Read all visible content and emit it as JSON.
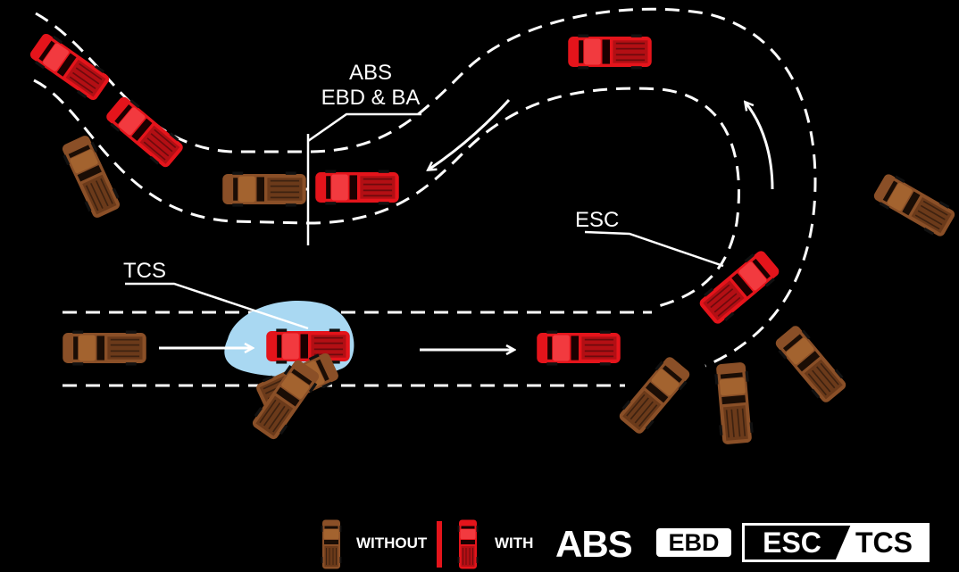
{
  "labels": {
    "abs_line1": "ABS",
    "abs_line2": "EBD & BA",
    "tcs": "TCS",
    "esc": "ESC"
  },
  "legend": {
    "without": "WITHOUT",
    "with": "WITH",
    "abs": "ABS",
    "ebd": "EBD",
    "esc": "ESC",
    "tcs": "TCS"
  },
  "colors": {
    "with_car": "#e4141b",
    "without_car": "#8a4f27",
    "track_line": "#ffffff",
    "traction_glow": "#a9d8f2",
    "background": "#000000"
  }
}
